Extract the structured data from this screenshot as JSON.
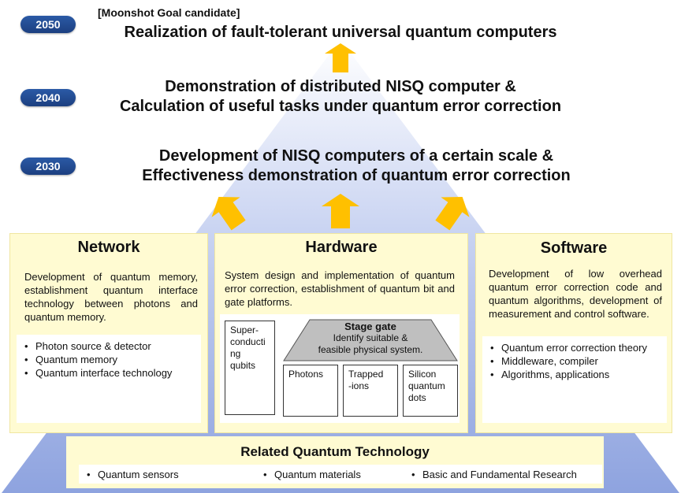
{
  "milestones": [
    {
      "year": "2050",
      "note": "[Moonshot Goal candidate]",
      "lines": [
        "Realization of fault-tolerant universal quantum computers"
      ]
    },
    {
      "year": "2040",
      "lines": [
        "Demonstration of distributed NISQ computer &",
        "Calculation of useful tasks under quantum error correction"
      ]
    },
    {
      "year": "2030",
      "lines": [
        "Development of NISQ computers of a certain scale &",
        "Effectiveness demonstration of quantum error correction"
      ]
    }
  ],
  "network": {
    "title": "Network",
    "description": "Development of quantum memory, establishment quantum interface technology between photons and quantum memory.",
    "items": [
      "Photon source & detector",
      "Quantum memory",
      "Quantum interface technology"
    ]
  },
  "hardware": {
    "title": "Hardware",
    "description": "System design and implementation of quantum error correction, establishment of quantum bit and gate platforms.",
    "superconducting": [
      "Super-",
      "conducti",
      "ng",
      "qubits"
    ],
    "stage_gate": {
      "title": "Stage gate",
      "lines": [
        "Identify suitable &",
        "feasible physical system."
      ]
    },
    "platforms": [
      {
        "lines": [
          "Photons"
        ]
      },
      {
        "lines": [
          "Trapped",
          "-ions"
        ]
      },
      {
        "lines": [
          "Silicon",
          "quantum",
          "dots"
        ]
      }
    ]
  },
  "software": {
    "title": "Software",
    "description": "Development of low overhead quantum error correction code and quantum algorithms, development of measurement and control software.",
    "items": [
      "Quantum error correction theory",
      "Middleware, compiler",
      "Algorithms, applications"
    ]
  },
  "related": {
    "title": "Related Quantum Technology",
    "items": [
      "Quantum sensors",
      "Quantum materials",
      "Basic and Fundamental Research"
    ]
  },
  "colors": {
    "pyramid_top": "#ffffff",
    "pyramid_bottom": "#8fa6e0",
    "arrow": "#ffc000",
    "panel": "#fffbd2",
    "badge": "#1c3f80"
  }
}
